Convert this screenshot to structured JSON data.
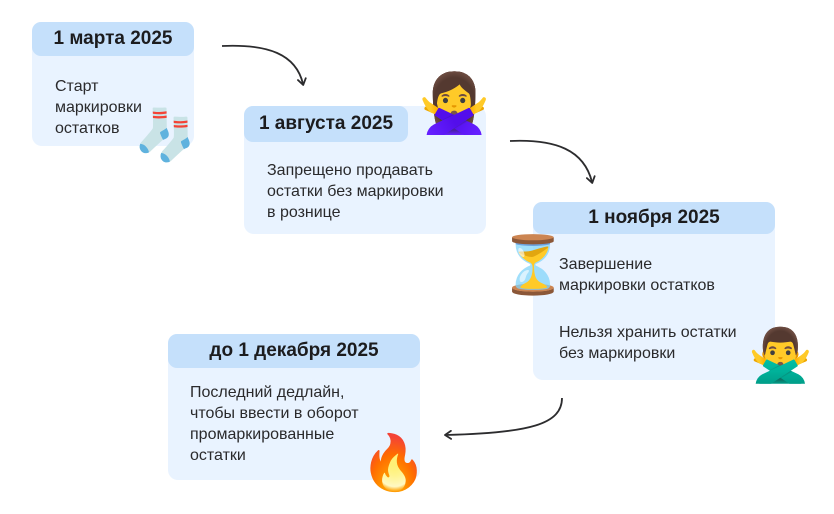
{
  "steps": [
    {
      "date": "1 марта 2025",
      "lines": [
        "Старт",
        "маркировки",
        "остатков"
      ]
    },
    {
      "date": "1 августа 2025",
      "lines": [
        "Запрещено продавать",
        "остатки без маркировки",
        "в рознице"
      ]
    },
    {
      "date": "1 ноября 2025",
      "lines": [
        "Завершение",
        "маркировки остатков"
      ],
      "lines2": [
        "Нельзя хранить остатки",
        "без маркировки"
      ]
    },
    {
      "date": "до 1 декабря 2025",
      "lines": [
        "Последний дедлайн,",
        "чтобы ввести в оборот",
        "промаркированные",
        "остатки"
      ]
    }
  ],
  "icons": [
    "socks-icon",
    "person-gesturing-no-icon",
    "hourglass-icon",
    "person-gesturing-no-icon",
    "fire-icon"
  ],
  "colors": {
    "card": "#e9f3ff",
    "tab": "#c5e0fb",
    "arrow": "#2c2c2e"
  }
}
